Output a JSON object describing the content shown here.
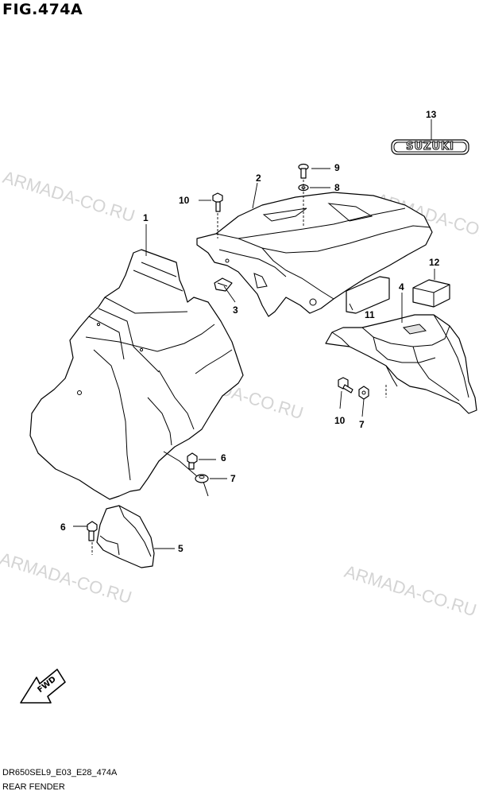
{
  "figure": {
    "title": "FIG.474A"
  },
  "watermark": {
    "text": "ARMADA-CO.RU"
  },
  "footer": {
    "code": "DR650SEL9_E03_E28_474A",
    "title": "REAR FENDER"
  },
  "emblem": {
    "text": "SUZUKI"
  },
  "fwd_arrow": {
    "label": "FWD"
  },
  "callouts": [
    "13",
    "9",
    "2",
    "8",
    "10",
    "1",
    "12",
    "4",
    "3",
    "11",
    "10",
    "7",
    "6",
    "7",
    "6",
    "5"
  ]
}
